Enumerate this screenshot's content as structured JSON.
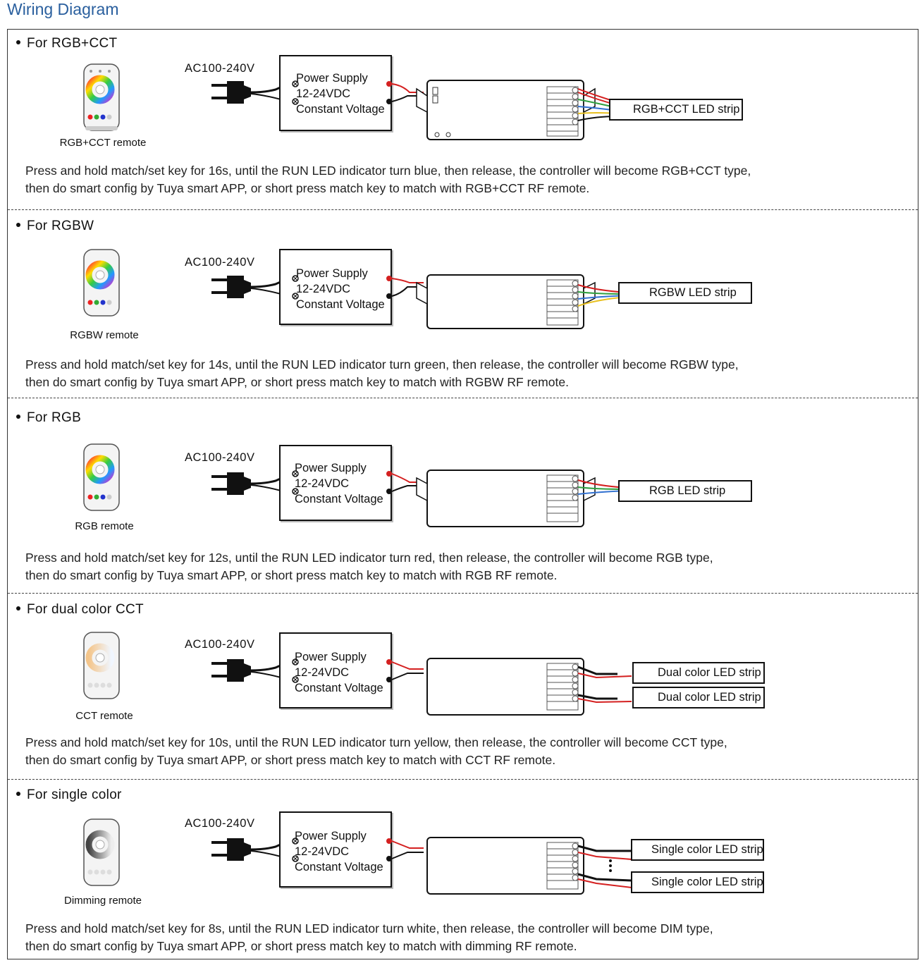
{
  "title": "Wiring Diagram",
  "ac_label": "AC100-240V",
  "power_supply": {
    "line1": "Power Supply",
    "line2": "12-24VDC",
    "line3": "Constant Voltage"
  },
  "sections": [
    {
      "heading": "For RGB+CCT",
      "remote": "RGB+CCT remote",
      "strip": "RGB+CCT LED strip",
      "desc1": "Press and hold match/set key for 16s, until the RUN LED indicator turn blue, then release, the controller will become RGB+CCT type,",
      "desc2": "then  do  smart  config by  Tuya smart APP, or  short press match key to match  with RGB+CCT  RF  remote."
    },
    {
      "heading": "For RGBW",
      "remote": "RGBW remote",
      "strip": "RGBW LED strip",
      "desc1": "Press and hold match/set key for 14s, until the RUN LED indicator turn green, then release, the controller will become RGBW type,",
      "desc2": "then do  smart  config by  Tuya smart APP, or  short press match key to match  with RGBW  RF  remote."
    },
    {
      "heading": "For RGB",
      "remote": "RGB remote",
      "strip": "RGB LED strip",
      "desc1": "Press and hold match/set key for 12s, until the RUN LED indicator turn red, then release, the controller will become RGB type,",
      "desc2": "then do  smart  config by  Tuya smart APP, or  short press match key to match  with RGB  RF  remote."
    },
    {
      "heading": "For dual color CCT",
      "remote": "CCT remote",
      "strip": "Dual color LED strip",
      "strip2": "Dual color LED strip",
      "desc1": "Press and hold match/set key for 10s, until the RUN LED indicator turn yellow, then release, the controller will become CCT type,",
      "desc2": "then do  smart  config by  Tuya smart APP, or  short press match key to match  with CCT  RF  remote."
    },
    {
      "heading": "For single color",
      "remote": "Dimming remote",
      "strip": "Single color LED strip",
      "strip2": "Single color LED strip",
      "desc1": "Press and hold match/set key for 8s, until the RUN LED indicator turn white, then release, the controller will become DIM type,",
      "desc2": "then do  smart  config by  Tuya smart APP, or  short press match key to match with dimming  RF  remote."
    }
  ],
  "colors": {
    "title": "#2a5f9e",
    "wire_red": "#d42020",
    "wire_blue": "#3070d0",
    "wire_green": "#30a040",
    "wire_yellow": "#e8c020"
  }
}
